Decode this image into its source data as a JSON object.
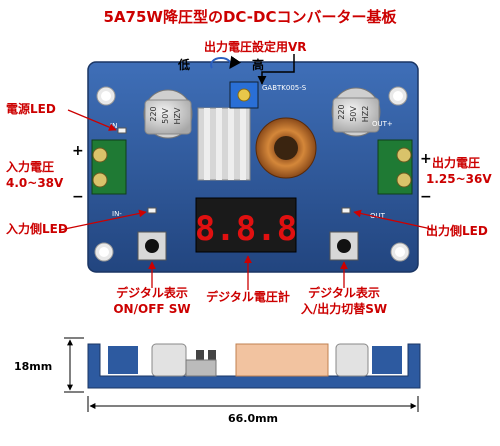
{
  "title": "5A75W降圧型のDC-DCコンバーター基板",
  "vr_label": "出力電圧設定用VR",
  "vr_low": "低",
  "vr_high": "高",
  "power_led": "電源LED",
  "in_voltage": "入力電圧",
  "in_range": "4.0~38V",
  "in_sign": "+",
  "in_minus": "−",
  "out_voltage": "出力電圧",
  "out_range": "1.25~36V",
  "out_sign": "+",
  "out_minus": "−",
  "in_led": "入力側LED",
  "out_led": "出力側LED",
  "display_value": "8.8.8",
  "voltmeter": "デジタル電圧計",
  "sw_left_1": "デジタル表示",
  "sw_left_2": "ON/OFF SW",
  "sw_right_1": "デジタル表示",
  "sw_right_2": "入/出力切替SW",
  "pcb_in_label": "IN",
  "pcb_out_label": "OUT+",
  "pcb_in_minus": "IN-",
  "pcb_out_minus": "OUT",
  "pcb_model": "GABTK005-S",
  "cap_left": [
    "220",
    "50V",
    "HZV"
  ],
  "cap_right": [
    "220",
    "50V",
    "HZ2"
  ],
  "height_dim": "18mm",
  "width_dim": "66.0mm",
  "colors": {
    "label": "#cc0000",
    "pcb": "#2d5aa0",
    "display": "#e01010"
  }
}
